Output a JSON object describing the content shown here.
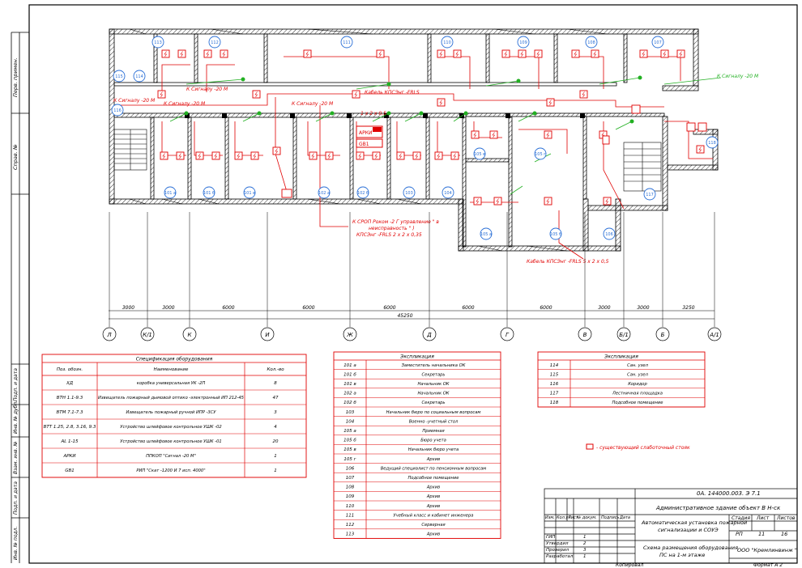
{
  "side_labels": [
    "Перв. примен.",
    "Справ. №",
    "Инв. № подл.",
    "Подп. и дата",
    "Взам. инв. №",
    "Инв. № дубл.",
    "Подп. и дата"
  ],
  "rooms": [
    {
      "id": "113"
    },
    {
      "id": "112"
    },
    {
      "id": "111"
    },
    {
      "id": "110"
    },
    {
      "id": "109"
    },
    {
      "id": "108"
    },
    {
      "id": "107"
    },
    {
      "id": "115"
    },
    {
      "id": "114"
    },
    {
      "id": "116"
    },
    {
      "id": "101 а"
    },
    {
      "id": "101 б"
    },
    {
      "id": "101 в"
    },
    {
      "id": "102 а"
    },
    {
      "id": "102 б"
    },
    {
      "id": "103"
    },
    {
      "id": "104"
    },
    {
      "id": "105 в"
    },
    {
      "id": "105 г"
    },
    {
      "id": "105 а"
    },
    {
      "id": "105 б"
    },
    {
      "id": "106"
    },
    {
      "id": "117"
    },
    {
      "id": "118"
    }
  ],
  "cable_labels": {
    "signal_top_right": "К Сигналу -20 М",
    "signal_1": "К Сигналу -20 М",
    "signal_2": "К Сигналу -20 М",
    "signal_3": "К Сигналу -20 М",
    "signal_4": "К Сигналу -20 М",
    "cable_main": "Кабель КПСЭнг -FRLS",
    "cable_main2": "1 х 2 х 0,5",
    "cable_bottom": "Кабель КПСЭнг -FRLS 5 х 2 х 0,5",
    "srpi_1": "К СРОП Роком -2 Г управление \" в",
    "srpi_2": "неисправность \" )",
    "srpi_3": "КПСЭнг -FRLS 2 х 2 х 0,35",
    "arkh": "АРКИ",
    "gb": "GB1"
  },
  "dimensions": [
    "3000",
    "3000",
    "6000",
    "6000",
    "6000",
    "6000",
    "6000",
    "3000",
    "3000",
    "3250"
  ],
  "total_dimension": "45250",
  "axes": [
    "Л",
    "К/1",
    "К",
    "И",
    "Ж",
    "Д",
    "Г",
    "В",
    "Б/1",
    "Б",
    "А/1"
  ],
  "spec": {
    "title": "Спецификация оборудования",
    "headers": [
      "Поз. обозн.",
      "Наименование",
      "Кол.-во"
    ],
    "rows": [
      [
        "ХД",
        "коробка универсальная УК -2П",
        "8"
      ],
      [
        "ВТН 1.1-9.3",
        "Извещатель пожарный дымовой оптико -электронный ИП 212-45",
        "47"
      ],
      [
        "ВТМ 7.1-7.3",
        "Извещатель пожарный ручной ИПР -3СУ",
        "3"
      ],
      [
        "ВТТ 1.25, 2.8, 3.16, 9.3",
        "Устройство шлейфовое контрольное УШК -02",
        "4"
      ],
      [
        "AL 1-15",
        "Устройство шлейфовое контрольное УШК -01",
        "20"
      ],
      [
        "АРКИ",
        "ППКОП \"Сигнал -20 М\"",
        "1"
      ],
      [
        "GB1",
        "РИП \"Скат -1200 И 7 исп. 4000\"",
        "1"
      ]
    ]
  },
  "explication1": {
    "title": "Экспликация",
    "rows": [
      [
        "101 а",
        "Заместитель начальника ОК"
      ],
      [
        "101 б",
        "Секретарь"
      ],
      [
        "101 в",
        "Начальник ОК"
      ],
      [
        "102 а",
        "Начальник ОК"
      ],
      [
        "102 б",
        "Секретарь"
      ],
      [
        "103",
        "Начальник бюро по социальным вопросам"
      ],
      [
        "104",
        "Военно -учетный стол"
      ],
      [
        "105 а",
        "Приемная"
      ],
      [
        "105 б",
        "Бюро учета"
      ],
      [
        "105 в",
        "Начальник бюро учета"
      ],
      [
        "105 г",
        "Архив"
      ],
      [
        "106",
        "Ведущий специалист по пенсионным вопросам"
      ],
      [
        "107",
        "Подсобное помещение"
      ],
      [
        "108",
        "Архив"
      ],
      [
        "109",
        "Архив"
      ],
      [
        "110",
        "Архив"
      ],
      [
        "111",
        "Учебный класс и кабинет инженера"
      ],
      [
        "112",
        "Серверная"
      ],
      [
        "113",
        "Архив"
      ]
    ]
  },
  "explication2": {
    "title": "Экспликация",
    "rows": [
      [
        "114",
        "Сан. узел"
      ],
      [
        "115",
        "Сан. узел"
      ],
      [
        "116",
        "Коридор"
      ],
      [
        "117",
        "Лестничная площадка"
      ],
      [
        "118",
        "Подсобное помещение"
      ]
    ]
  },
  "legend": "- существующий слаботочный стояк",
  "title_block": {
    "doc_code": "0А. 144000.003. Э 7.1",
    "object": "Административное здание объект  В Н-ск",
    "system_1": "Автоматическая установка пожарной",
    "system_2": "сигнализации и СОУЭ",
    "sheet_title_1": "Схема размещения оборудования",
    "sheet_title_2": "ПС на 1-м этаже",
    "stage_h": "Стадия",
    "sheet_h": "Лист",
    "sheets_h": "Листов",
    "stage": "РП",
    "sheet": "11",
    "sheets": "16",
    "company": "ООО \"Кремлинвинж \"",
    "cols": [
      "Изм.",
      "Кол.уч",
      "Лист",
      "№ докум.",
      "Подпись",
      "Дата"
    ],
    "roles": [
      "ГИП",
      "Утвердил",
      "Проверил",
      "Разработал"
    ],
    "role_nums": [
      "1",
      "2",
      "3",
      "1"
    ],
    "copy": "Копировал",
    "format": "Формат А 2"
  }
}
